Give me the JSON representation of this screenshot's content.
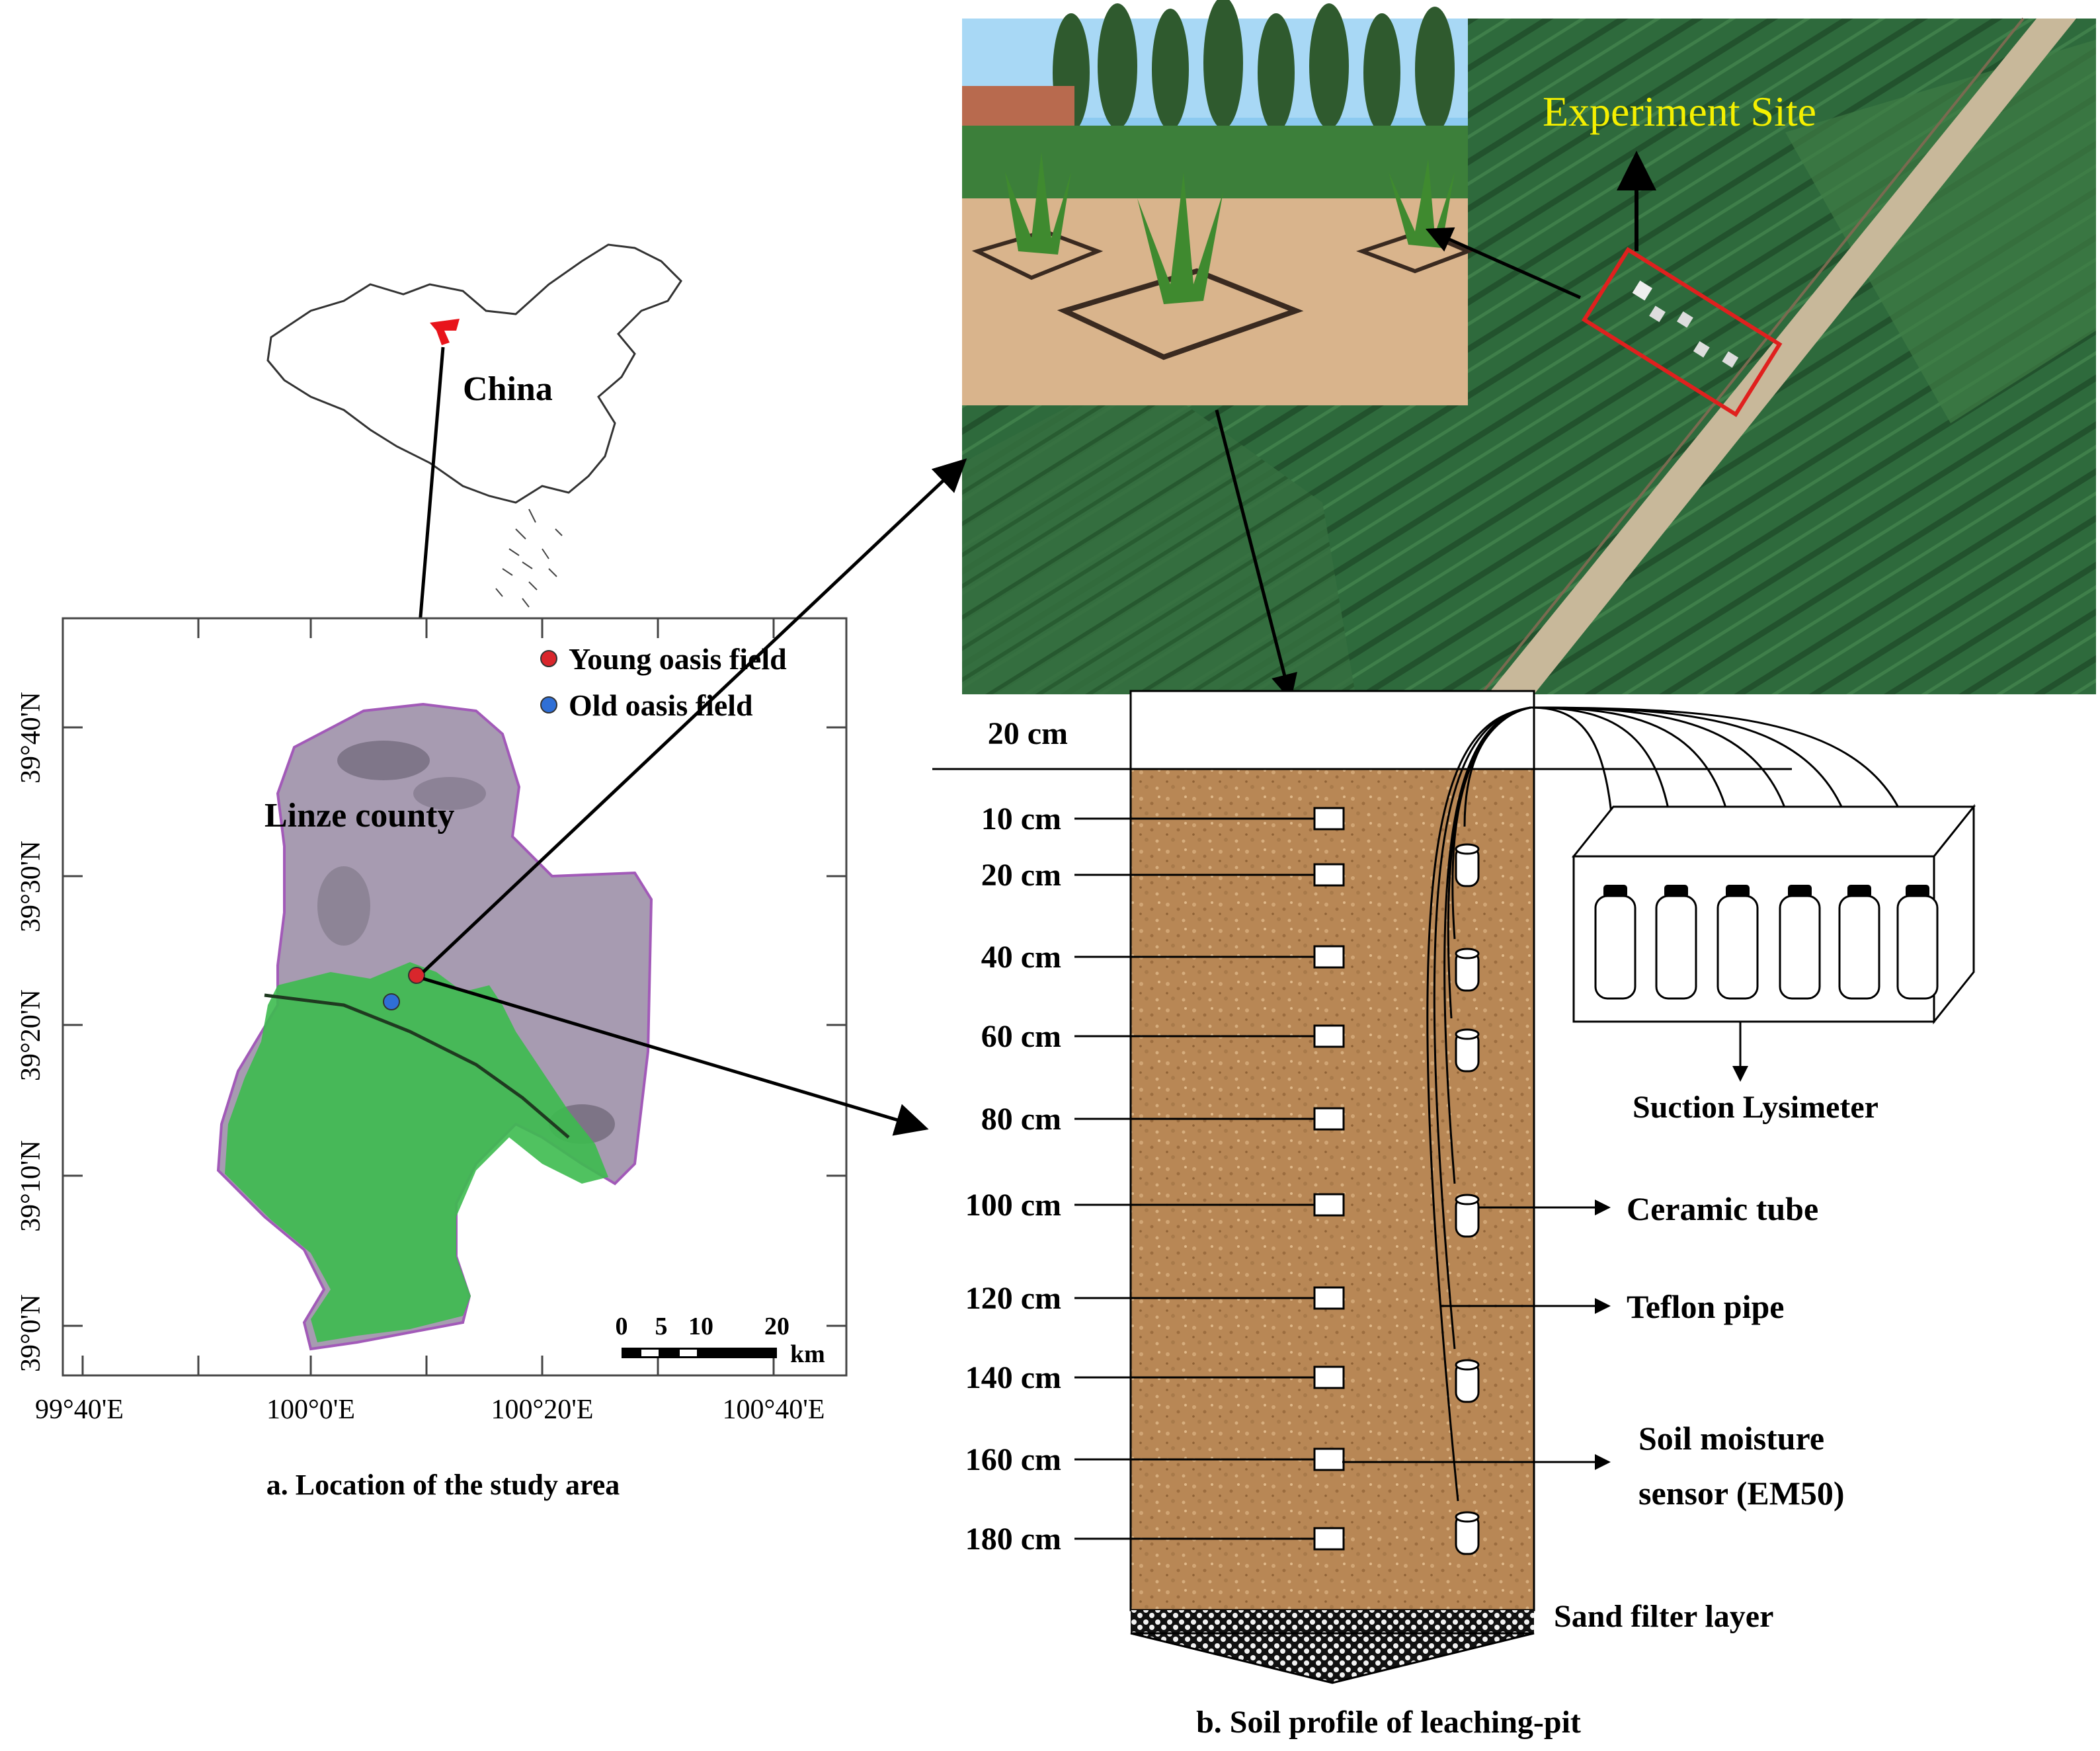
{
  "china_map": {
    "country_label": "China"
  },
  "map": {
    "county_label": "Linze county",
    "legend": [
      {
        "label": "Young oasis field",
        "color": "#d9262c"
      },
      {
        "label": "Old oasis field",
        "color": "#2f6fd6"
      }
    ],
    "y_ticks": [
      "39°40'N",
      "39°30'N",
      "39°20'N",
      "39°10'N",
      "39°0'N"
    ],
    "x_ticks": [
      "99°40'E",
      "100°0'E",
      "100°20'E",
      "100°40'E"
    ],
    "scale_bar": {
      "ticks": [
        "0",
        "5",
        "10",
        "20"
      ],
      "unit": "km"
    },
    "caption": "a. Location of the study area"
  },
  "photo": {
    "site_label": "Experiment Site",
    "site_label_color": "#f5f000"
  },
  "profile": {
    "top_label": "20 cm",
    "depths": [
      "10 cm",
      "20 cm",
      "40 cm",
      "60 cm",
      "80 cm",
      "100 cm",
      "120 cm",
      "140 cm",
      "160 cm",
      "180 cm"
    ],
    "lysimeter_label": "Suction Lysimeter",
    "ceramic_label": "Ceramic tube",
    "teflon_label": "Teflon pipe",
    "sensor_label_1": "Soil moisture",
    "sensor_label_2": "sensor (EM50)",
    "filter_label": "Sand filter layer",
    "caption": "b. Soil profile of leaching-pit"
  },
  "colors": {
    "soil": "#b98a5a",
    "field": "#2f6b3a",
    "oasis_green": "#3fbf4f",
    "county_fill": "#9a8fa6",
    "highlight_box": "#e0201e"
  }
}
